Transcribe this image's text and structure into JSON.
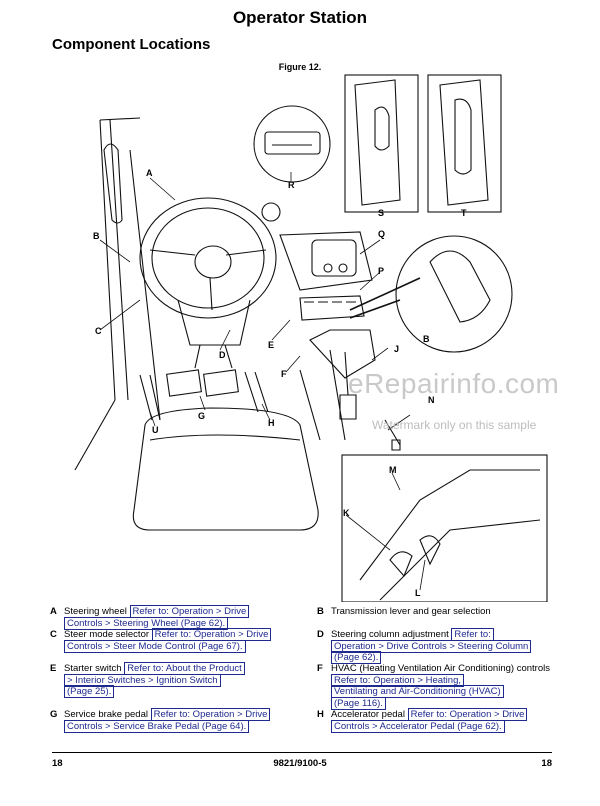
{
  "page": {
    "title": "Operator Station",
    "subtitle": "Component Locations",
    "figure_caption": "Figure 12."
  },
  "figure": {
    "callouts": [
      "A",
      "B",
      "C",
      "D",
      "E",
      "F",
      "G",
      "H",
      "J",
      "K",
      "L",
      "M",
      "N",
      "P",
      "Q",
      "R",
      "S",
      "T",
      "U",
      "B"
    ],
    "watermark": "eRepairinfo.com",
    "watermark_sub": "Watermark only on this sample"
  },
  "legend": [
    {
      "letter": "A",
      "text": "Steering wheel",
      "ref": [
        "Refer to: Operation > Drive",
        "Controls > Steering Wheel (Page 62)."
      ]
    },
    {
      "letter": "B",
      "text": "Transmission lever and gear selection",
      "ref": []
    },
    {
      "letter": "C",
      "text": "Steer mode selector",
      "ref": [
        "Refer to: Operation > Drive",
        "Controls > Steer Mode Control (Page 67)."
      ]
    },
    {
      "letter": "D",
      "text": "Steering column adjustment",
      "ref": [
        "Refer to:",
        "Operation > Drive Controls > Steering Column",
        "(Page 62)."
      ]
    },
    {
      "letter": "E",
      "text": "Starter switch",
      "ref": [
        "Refer to: About the Product",
        "> Interior Switches > Ignition Switch",
        "(Page 25)."
      ]
    },
    {
      "letter": "F",
      "text": "HVAC (Heating Ventilation Air Conditioning) controls",
      "ref": [
        "Refer to: Operation > Heating,",
        "Ventilating and Air-Conditioning (HVAC)",
        "(Page 116)."
      ]
    },
    {
      "letter": "G",
      "text": "Service brake pedal",
      "ref": [
        "Refer to: Operation > Drive",
        "Controls > Service Brake Pedal (Page 64)."
      ]
    },
    {
      "letter": "H",
      "text": "Accelerator pedal",
      "ref": [
        "Refer to: Operation > Drive",
        "Controls > Accelerator Pedal (Page 62)."
      ]
    }
  ],
  "footer": {
    "left": "18",
    "center": "9821/9100-5",
    "right": "18"
  }
}
